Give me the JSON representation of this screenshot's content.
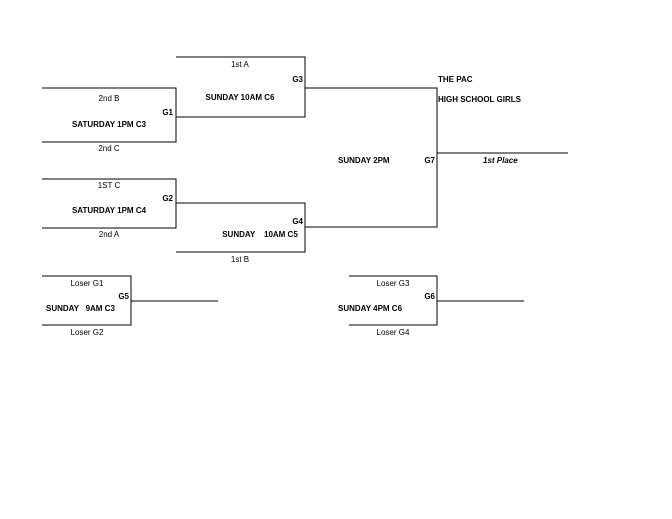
{
  "bracket": {
    "title_line1": "THE PAC",
    "title_line2": "HIGH SCHOOL GIRLS",
    "games": {
      "g1": {
        "id": "G1",
        "time": "SATURDAY 1PM C3",
        "top_team": "2nd B",
        "bottom_team": "2nd C"
      },
      "g2": {
        "id": "G2",
        "time": "SATURDAY 1PM C4",
        "top_team": "1ST C",
        "bottom_team": "2nd A"
      },
      "g3": {
        "id": "G3",
        "time": "SUNDAY 10AM C6",
        "top_team": "1st A"
      },
      "g4": {
        "id": "G4",
        "time": "SUNDAY    10AM C5",
        "bottom_team": "1st B"
      },
      "g5": {
        "id": "G5",
        "time": "SUNDAY   9AM C3",
        "top_team": "Loser G1",
        "bottom_team": "Loser G2"
      },
      "g6": {
        "id": "G6",
        "time": "SUNDAY 4PM C6",
        "top_team": "Loser G3",
        "bottom_team": "Loser G4"
      },
      "g7": {
        "id": "G7",
        "time": "SUNDAY 2PM",
        "result": "1st Place"
      }
    }
  }
}
